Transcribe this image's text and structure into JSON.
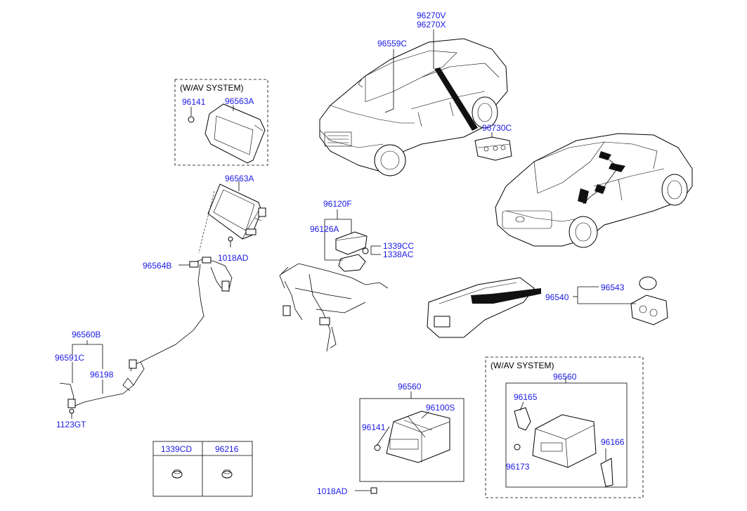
{
  "labels": {
    "p96270V": "96270V",
    "p96270X": "96270X",
    "p96559C": "96559C",
    "p96730C": "96730C",
    "wav_top": "(W/AV SYSTEM)",
    "p96141_top": "96141",
    "p96563A_top": "96563A",
    "p96563A": "96563A",
    "p1018AD_top": "1018AD",
    "p96564B": "96564B",
    "p96120F": "96120F",
    "p96126A": "96126A",
    "p1339CC": "1339CC",
    "p1338AC": "1338AC",
    "p96543": "96543",
    "p96540": "96540",
    "p96560B": "96560B",
    "p96591C": "96591C",
    "p96198": "96198",
    "p1123GT": "1123GT",
    "p96560_mid": "96560",
    "p96100S": "96100S",
    "p96141_mid": "96141",
    "p1018AD_bot": "1018AD",
    "wav_bot": "(W/AV SYSTEM)",
    "p96560_right": "96560",
    "p96165": "96165",
    "p96166": "96166",
    "p96173": "96173",
    "t1339CD": "1339CD",
    "t96216": "96216"
  }
}
